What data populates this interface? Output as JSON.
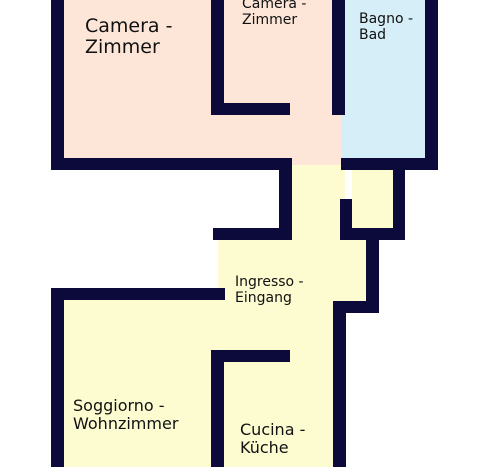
{
  "colors": {
    "wall": "#0b0a3a",
    "bedroom_fill": "#fde6d8",
    "bathroom_fill": "#d6eef7",
    "living_fill": "#fdfbd0",
    "background": "#ffffff"
  },
  "rooms": {
    "bedroom_large": {
      "line1": "Camera -",
      "line2": "Zimmer"
    },
    "bedroom_small": {
      "line1": "Camera -",
      "line2": "Zimmer"
    },
    "bathroom": {
      "line1": "Bagno -",
      "line2": "Bad"
    },
    "entrance": {
      "line1": "Ingresso -",
      "line2": "Eingang"
    },
    "living_room": {
      "line1": "Soggiorno -",
      "line2": "Wohnzimmer"
    },
    "kitchen": {
      "line1": "Cucina -",
      "line2": "Küche"
    }
  }
}
